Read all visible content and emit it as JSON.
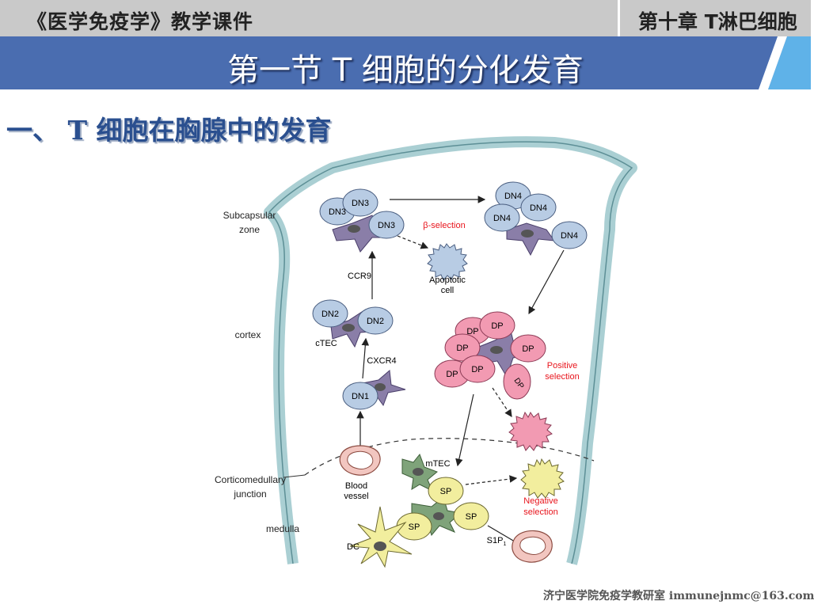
{
  "header": {
    "left": "《医学免疫学》教学课件",
    "right": "第十章  T淋巴细胞"
  },
  "title": "第一节  T 细胞的分化发育",
  "subtitle": "一、 T 细胞在胸腺中的发育",
  "diagram": {
    "regions": {
      "subcapsular": [
        "Subcapsular",
        "zone"
      ],
      "cortex": "cortex",
      "corticomedullary": [
        "Corticomedullary",
        "junction"
      ],
      "medulla": "medulla"
    },
    "cells": {
      "dn1": "DN1",
      "dn2": "DN2",
      "dn3": "DN3",
      "dn4": "DN4",
      "dp": "DP",
      "sp": "SP"
    },
    "labels": {
      "ctec": "cTEC",
      "cxcr4": "CXCR4",
      "ccr9": "CCR9",
      "beta_selection": "β-selection",
      "apoptotic": [
        "Apoptotic",
        "cell"
      ],
      "positive": [
        "Positive",
        "selection"
      ],
      "mtec": "mTEC",
      "negative": [
        "Negative",
        "selection"
      ],
      "blood": [
        "Blood",
        "vessel"
      ],
      "dc": "DC",
      "s1p": "S1P",
      "s1p_sub": "1"
    },
    "colors": {
      "capsule": "#aacfd3",
      "dn_fill": "#b8cce4",
      "dp_fill": "#f29ab2",
      "sp_fill": "#f2ee9e",
      "tec_fill": "#8a7ea8",
      "mtec_fill": "#7fa37a",
      "red_text": "#e8141c"
    }
  },
  "footer": "济宁医学院免疫学教研室   immunejnmc@163.com"
}
